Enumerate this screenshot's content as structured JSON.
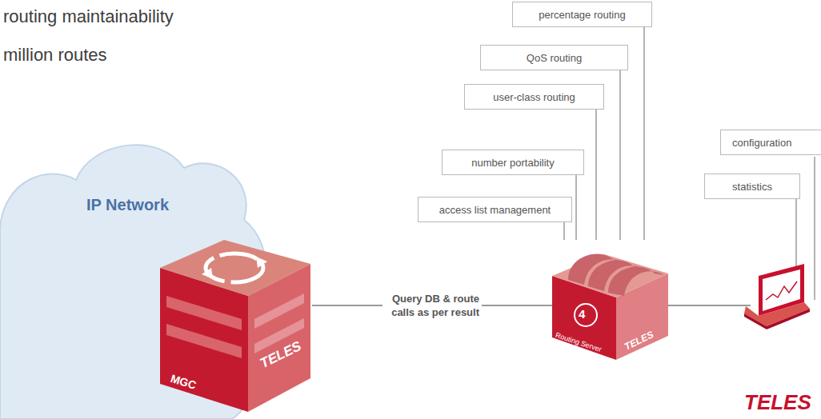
{
  "diagram": {
    "nodes": [
      {
        "text": [
          "IP Network"
        ]
      },
      {
        "text": [
          "MGC",
          "TELES"
        ],
        "in": 0
      },
      {
        "text": [
          "4",
          "Routing Server",
          "TELES"
        ]
      },
      {
        "text": [
          "percentage routing"
        ]
      },
      {
        "text": [
          "QoS routing"
        ]
      },
      {
        "text": [
          "user-class routing"
        ]
      },
      {
        "text": [
          "number portability"
        ]
      },
      {
        "text": [
          "access list management"
        ]
      },
      {
        "text": [
          "configuration"
        ]
      },
      {
        "text": [
          "statistics"
        ]
      }
    ],
    "edges": [
      {
        "from": 1,
        "to": 2,
        "label": "Query DB & route calls as per result",
        "arrow": "none"
      },
      {
        "from": 3,
        "to": 2,
        "arrow": "none"
      },
      {
        "from": 4,
        "to": 2,
        "arrow": "none"
      },
      {
        "from": 5,
        "to": 2,
        "arrow": "none"
      },
      {
        "from": 6,
        "to": 2,
        "arrow": "none"
      },
      {
        "from": 7,
        "to": 2,
        "arrow": "none"
      }
    ],
    "labels": [
      "routing maintainability",
      "million routes",
      "TELES"
    ]
  }
}
